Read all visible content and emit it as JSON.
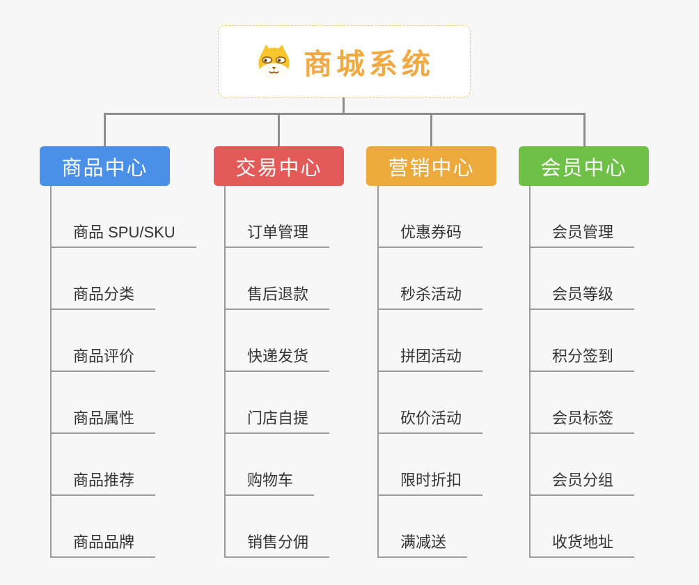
{
  "app": {
    "background_color": "#f7f7f7",
    "connector_color": "#8d8d8d",
    "leaf_line_color": "#9b9b9b",
    "leaf_text_color": "#333333"
  },
  "root": {
    "title": "商城系统",
    "icon": "shiba-dog-icon",
    "text_color": "#f1aa43",
    "border_color": "#f6c778",
    "background": "#ffffff"
  },
  "branches": [
    {
      "label": "商品中心",
      "color": "#4a90e8",
      "children": [
        "商品 SPU/SKU",
        "商品分类",
        "商品评价",
        "商品属性",
        "商品推荐",
        "商品品牌"
      ]
    },
    {
      "label": "交易中心",
      "color": "#e25b58",
      "children": [
        "订单管理",
        "售后退款",
        "快递发货",
        "门店自提",
        "购物车",
        "销售分佣"
      ]
    },
    {
      "label": "营销中心",
      "color": "#ecaa3d",
      "children": [
        "优惠券码",
        "秒杀活动",
        "拼团活动",
        "砍价活动",
        "限时折扣",
        "满减送"
      ]
    },
    {
      "label": "会员中心",
      "color": "#6ec046",
      "children": [
        "会员管理",
        "会员等级",
        "积分签到",
        "会员标签",
        "会员分组",
        "收货地址"
      ]
    }
  ]
}
